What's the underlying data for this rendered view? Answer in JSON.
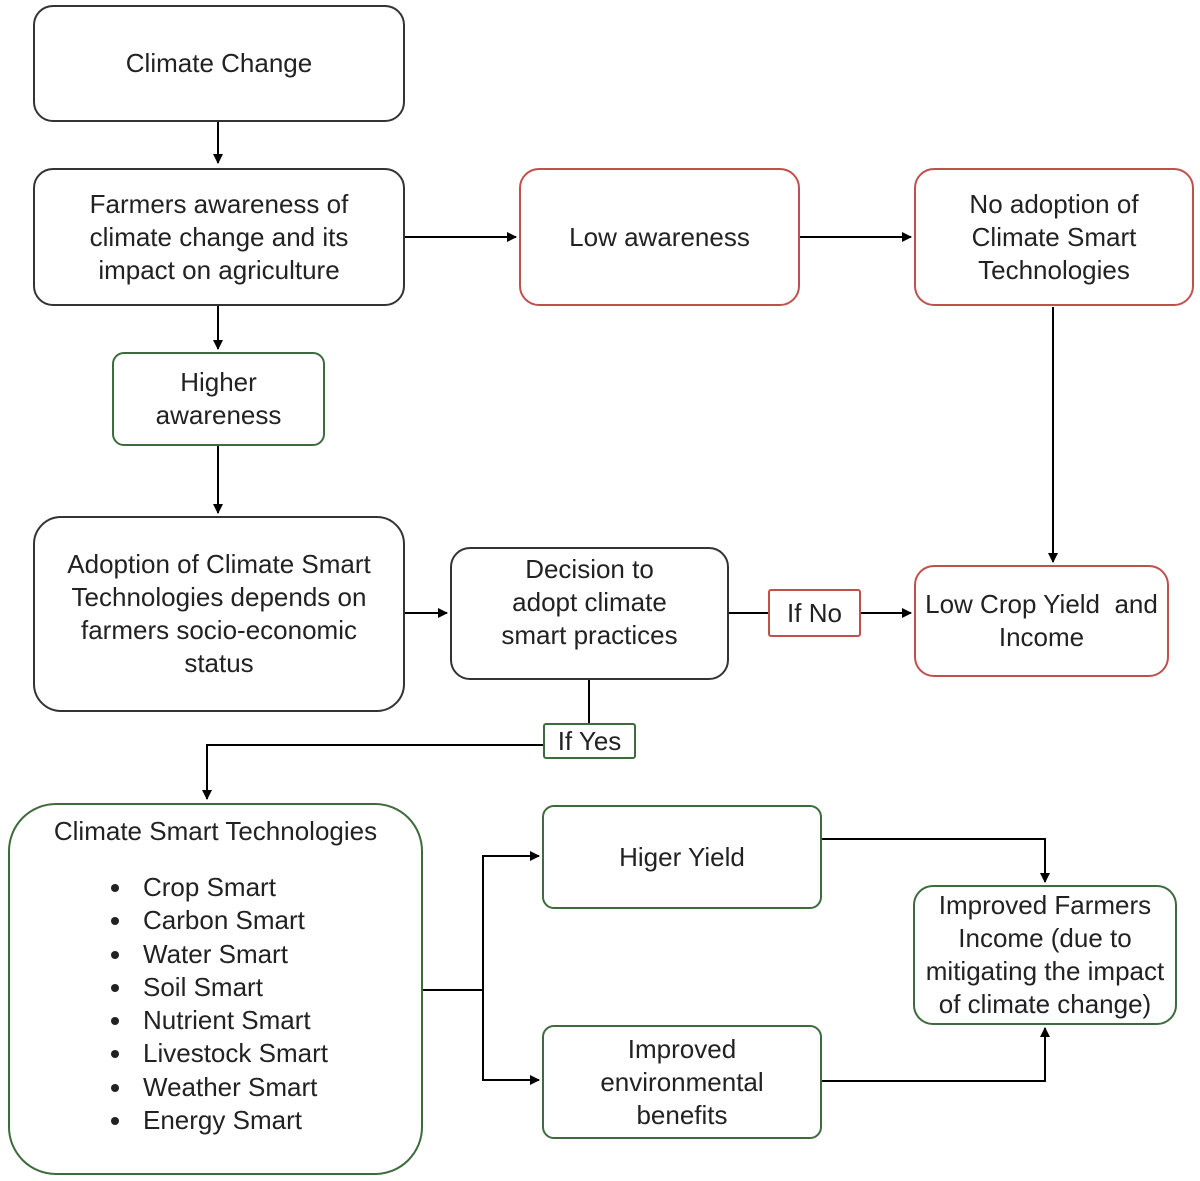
{
  "nodes": {
    "climate_change": "Climate Change",
    "farmers_awareness": "Farmers awareness of climate change and its impact on agriculture",
    "low_awareness": "Low awareness",
    "no_adoption": "No adoption of Climate Smart Technologies",
    "higher_awareness": "Higher awareness",
    "adoption_depends": "Adoption of Climate Smart Technologies depends on farmers socio-economic status",
    "decision": "Decision to adopt climate smart practices",
    "low_yield": "Low Crop Yield  and Income",
    "higher_yield": "Higer Yield",
    "env_benefits": "Improved environmental benefits",
    "improved_income": "Improved Farmers Income (due to mitigating the impact of climate change)"
  },
  "edge_labels": {
    "if_no": "If No",
    "if_yes": "If Yes"
  },
  "technologies": {
    "title": "Climate Smart Technologies",
    "items": [
      "Crop Smart",
      "Carbon Smart",
      "Water Smart",
      "Soil Smart",
      "Nutrient Smart",
      "Livestock Smart",
      "Weather Smart",
      "Energy Smart"
    ]
  },
  "colors": {
    "default_border": "#333333",
    "negative_border": "#c0504d",
    "positive_border": "#3e6b3e",
    "arrow": "#000000"
  }
}
